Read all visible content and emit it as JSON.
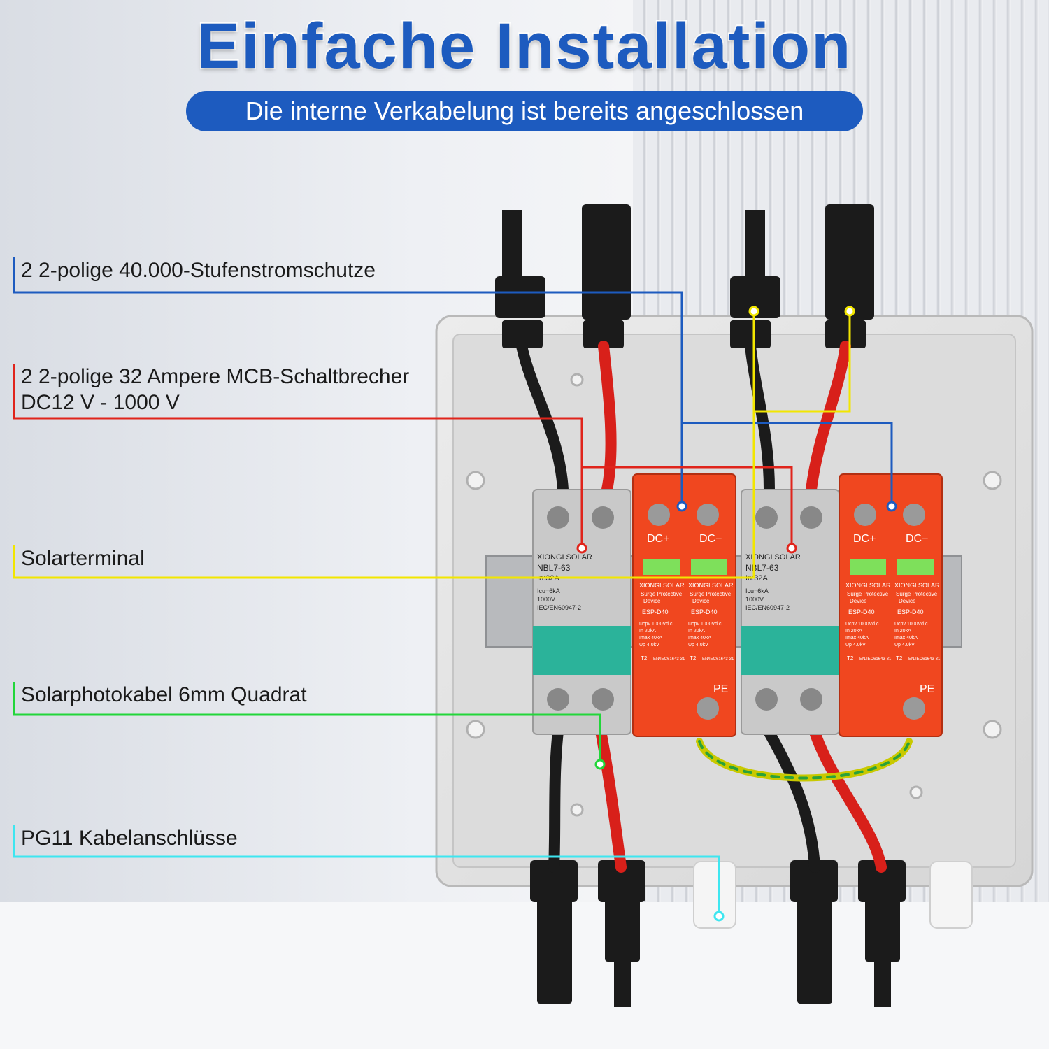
{
  "title": "Einfache Installation",
  "subtitle": "Die interne Verkabelung ist bereits angeschlossen",
  "labels": [
    {
      "text": "2 2-polige 40.000-Stufenstromschutze",
      "color": "#1d5bbf"
    },
    {
      "text": "2 2-polige 32 Ampere MCB-Schaltbrecher",
      "color": "#e0241b"
    },
    {
      "text": "DC12 V - 1000 V",
      "color": "#e0241b"
    },
    {
      "text": "Solarterminal",
      "color": "#f2e600"
    },
    {
      "text": "Solarphotokabel 6mm Quadrat",
      "color": "#22d63a"
    },
    {
      "text": "PG11 Kabelanschlüsse",
      "color": "#3ee6f0"
    }
  ],
  "device": {
    "mcb_brand": "XIONGI SOLAR",
    "mcb_model": "NBL7-63",
    "mcb_rating": "In:32A",
    "mcb_specs": [
      "Icu=6kA",
      "1000V",
      "IEC/EN60947-2"
    ],
    "spd_brand": "XIONGI SOLAR",
    "spd_title": [
      "Surge Protective",
      "Device"
    ],
    "spd_model": "ESP-D40",
    "spd_specs": [
      "Ucpv 1000Vd.c.",
      "In  20kA",
      "Imax  40kA",
      "Up  4.0kV"
    ],
    "spd_class": "T2",
    "spd_std": "EN/IEC61643-31",
    "dc_plus": "DC+",
    "dc_minus": "DC−",
    "pe": "PE"
  }
}
